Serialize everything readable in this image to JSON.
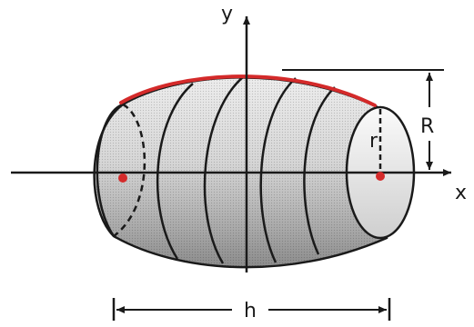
{
  "labels": {
    "y_axis": "y",
    "x_axis": "x",
    "big_radius": "R",
    "small_radius": "r",
    "height": "h"
  },
  "colors": {
    "ink": "#1a1a1a",
    "shade_light": "#f2f2f2",
    "shade_dark": "#8a8a8a",
    "accent_red": "#d42a2a",
    "background": "#ffffff"
  }
}
